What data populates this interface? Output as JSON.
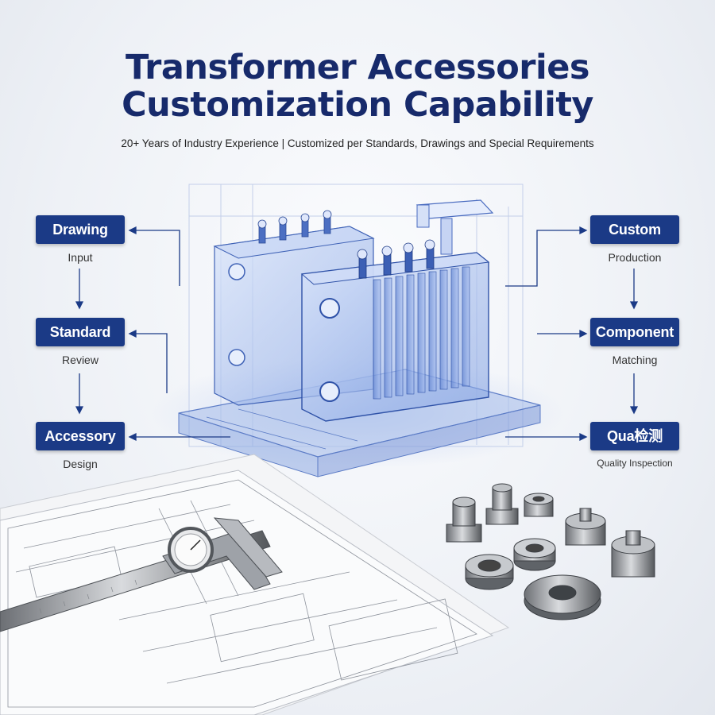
{
  "title": {
    "line1": "Transformer Accessories",
    "line2": "Customization Capability"
  },
  "subtitle": "20+ Years of Industry Experience | Customized per Standards, Drawings and Special Requirements",
  "left_steps": [
    {
      "label": "Drawing",
      "sub": "Input"
    },
    {
      "label": "Standard",
      "sub": "Review"
    },
    {
      "label": "Accessory",
      "sub": "Design"
    }
  ],
  "right_steps": [
    {
      "label": "Custom",
      "sub": "Production"
    },
    {
      "label": "Component",
      "sub": "Matching"
    },
    {
      "label": "Qua检测",
      "sub": "Quality Inspection"
    }
  ],
  "colors": {
    "title": "#172a6b",
    "box": "#1b3a86",
    "transformer": "#6f8fd6"
  }
}
